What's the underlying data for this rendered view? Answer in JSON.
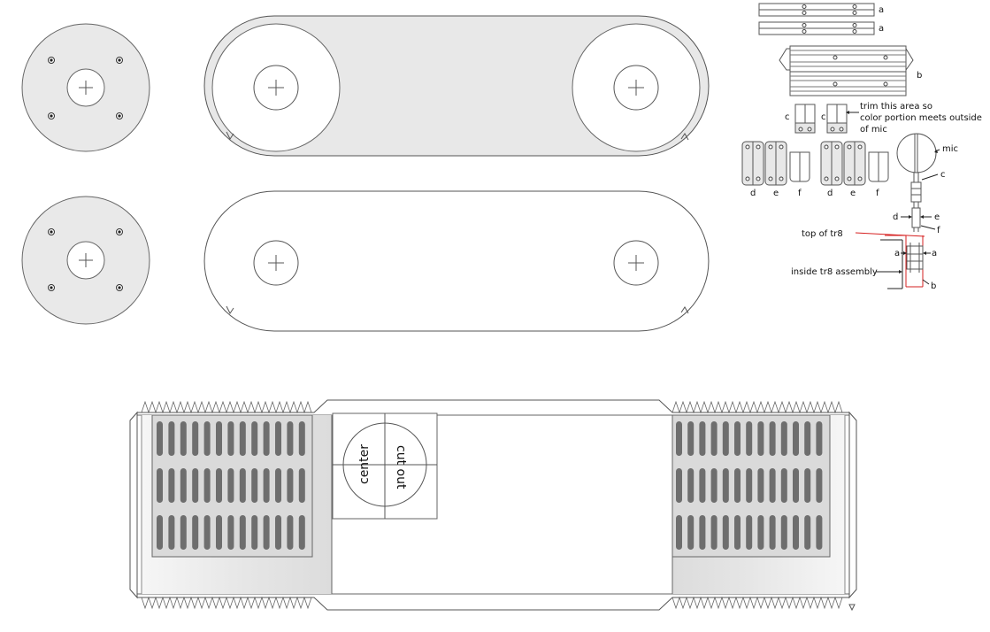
{
  "labels": {
    "a": "a",
    "b": "b",
    "c": "c",
    "d": "d",
    "e": "e",
    "f": "f",
    "mic": "mic",
    "trim_note_line1": "trim this area so",
    "trim_note_line2": "color portion meets outside",
    "trim_note_line3": "of mic",
    "top_of_tr8": "top of tr8",
    "inside_tr8": "inside tr8 assembly",
    "cut_out": "cut out",
    "center": "center"
  },
  "colors": {
    "stroke": "#555555",
    "panel_fill": "#ebebeb",
    "slot_fill": "#6e6e6e",
    "leader_red": "#d62020"
  },
  "icons": {
    "corner_mark": "triangle-down-icon",
    "crosshair": "crosshair-icon",
    "hole": "screw-hole-icon"
  }
}
